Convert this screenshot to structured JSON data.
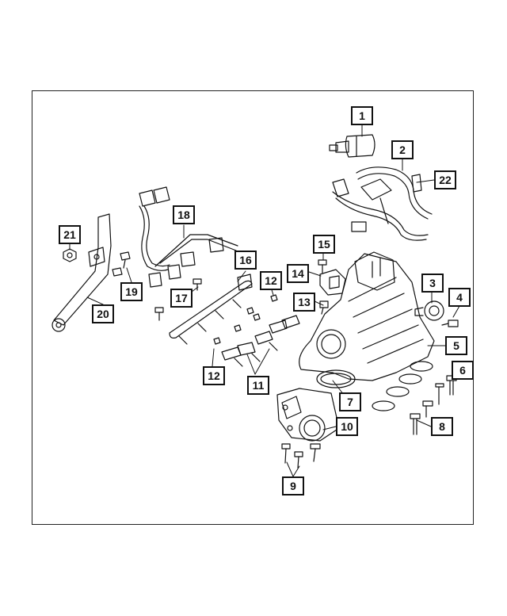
{
  "diagram": {
    "callouts": [
      {
        "id": "c1",
        "label": "1"
      },
      {
        "id": "c2",
        "label": "2"
      },
      {
        "id": "c3",
        "label": "3"
      },
      {
        "id": "c4",
        "label": "4"
      },
      {
        "id": "c5",
        "label": "5"
      },
      {
        "id": "c6",
        "label": "6"
      },
      {
        "id": "c7",
        "label": "7"
      },
      {
        "id": "c8",
        "label": "8"
      },
      {
        "id": "c9",
        "label": "9"
      },
      {
        "id": "c10",
        "label": "10"
      },
      {
        "id": "c11",
        "label": "11"
      },
      {
        "id": "c12a",
        "label": "12"
      },
      {
        "id": "c12b",
        "label": "12"
      },
      {
        "id": "c13",
        "label": "13"
      },
      {
        "id": "c14",
        "label": "14"
      },
      {
        "id": "c15",
        "label": "15"
      },
      {
        "id": "c16",
        "label": "16"
      },
      {
        "id": "c17",
        "label": "17"
      },
      {
        "id": "c18",
        "label": "18"
      },
      {
        "id": "c19",
        "label": "19"
      },
      {
        "id": "c20",
        "label": "20"
      },
      {
        "id": "c21",
        "label": "21"
      },
      {
        "id": "c22",
        "label": "22"
      }
    ]
  }
}
